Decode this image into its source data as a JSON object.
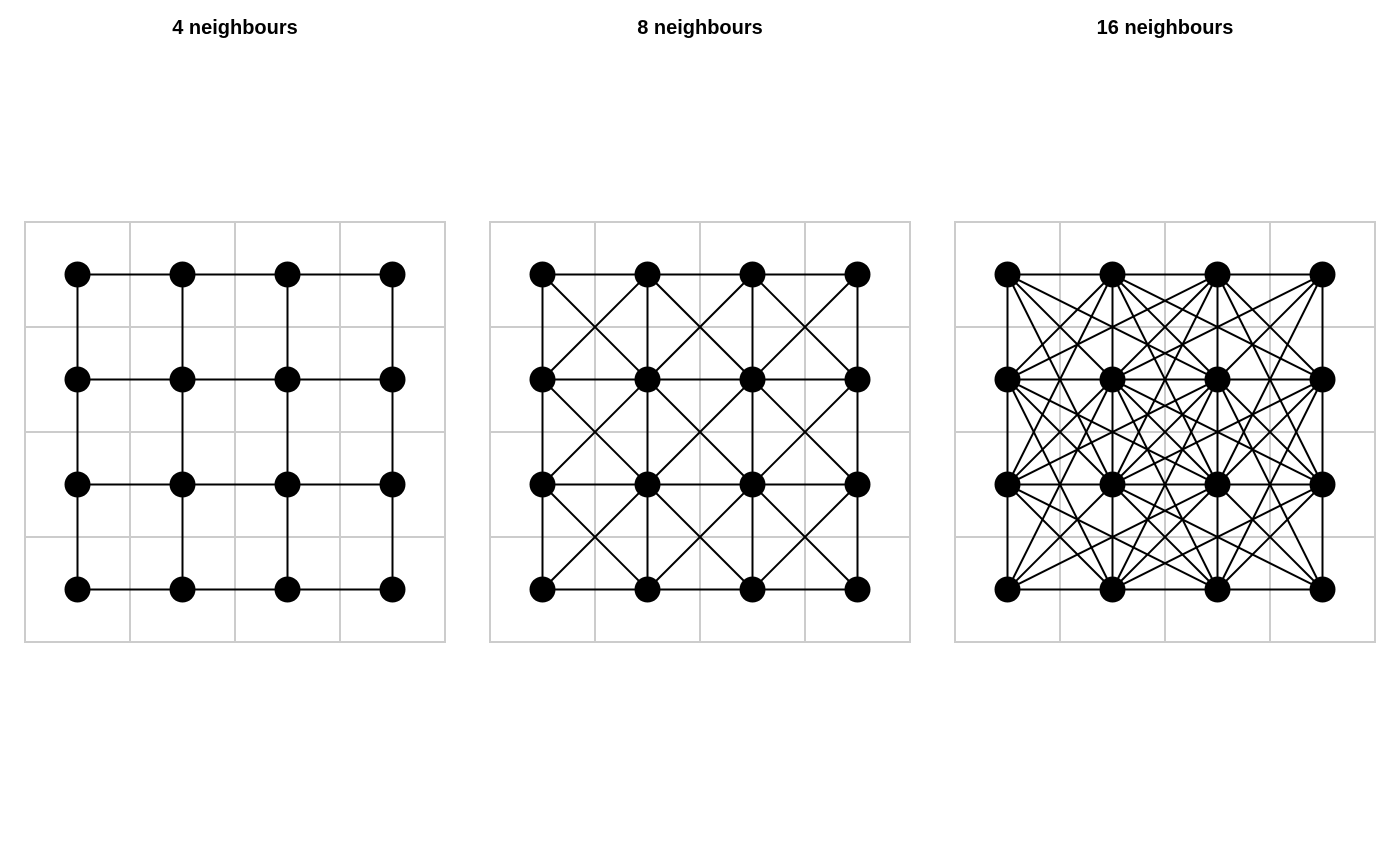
{
  "diagram": {
    "type": "grid-neighbourhood-graphs",
    "grid": {
      "rows": 4,
      "cols": 4
    },
    "colors": {
      "node": "#000000",
      "edge": "#000000",
      "gridline": "#cccccc"
    },
    "panels": [
      {
        "title": "4 neighbours",
        "neighbourhood": 4
      },
      {
        "title": "8 neighbours",
        "neighbourhood": 8
      },
      {
        "title": "16 neighbours",
        "neighbourhood": 16
      }
    ]
  }
}
